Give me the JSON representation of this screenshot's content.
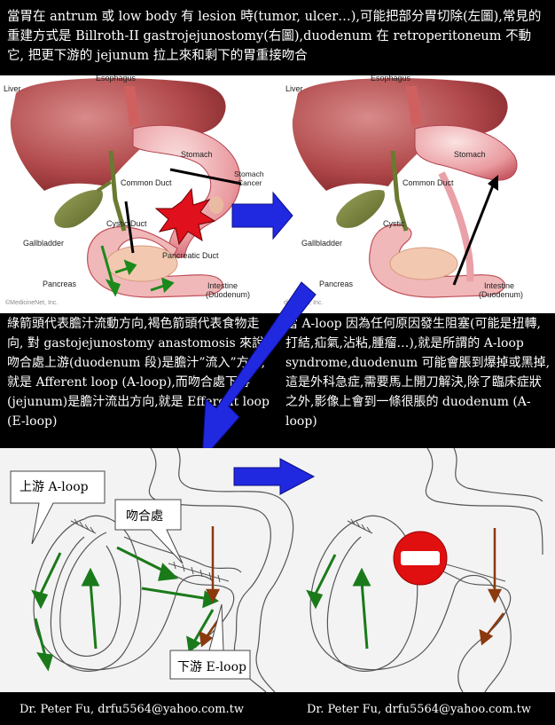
{
  "text": {
    "top": "當胃在 antrum 或 low body 有 lesion 時(tumor, ulcer…),可能把部分胃切除(左圖),常見的重建方式是 Billroth-II gastrojejunostomy(右圖),duodenum 在 retroperitoneum 不動它, 把更下游的 jejunum 拉上來和剩下的胃重接吻合",
    "mid_left": "綠箭頭代表膽汁流動方向,褐色箭頭代表食物走向, 對 gastojejunostomy anastomosis 來說,吻合處上游(duodenum 段)是膽汁”流入”方向,就是 Afferent loop (A-loop),而吻合處下游(jejunum)是膽汁流出方向,就是 Efferent loop (E-loop)",
    "mid_right": "當 A-loop 因為任何原因發生阻塞(可能是扭轉,打結,疝氣,沾粘,腫瘤…),就是所謂的 A-loop syndrome,duodenum 可能會脹到爆掉或黑掉,這是外科急症,需要馬上開刀解決,除了臨床症狀之外,影像上會到一條很脹的 duodenum (A-loop)"
  },
  "anatomy_left": {
    "labels": {
      "liver": "Liver",
      "esophagus": "Esophagus",
      "stomach": "Stomach",
      "stomach_cancer": "Stomach\nCancer",
      "common_duct": "Common Duct",
      "cystic_duct": "Cystic Duct",
      "gallbladder": "Gallbladder",
      "pancreatic_duct": "Pancreatic Duct",
      "pancreas": "Pancreas",
      "intestine": "Intestine\n(Duodenum)",
      "watermark": "©MedicineNet, Inc."
    }
  },
  "anatomy_right": {
    "labels": {
      "liver": "Liver",
      "esophagus": "Esophagus",
      "stomach": "Stomach",
      "common_duct": "Common Duct",
      "cystic": "Cystic",
      "gallbladder": "Gallbladder",
      "pancreas": "Pancreas",
      "intestine": "Intestine\n(Duodenum)",
      "watermark": "dicineNet, Inc."
    }
  },
  "schema": {
    "callout_a_loop": "上游 A-loop",
    "callout_anastomosis": "吻合處",
    "callout_e_loop": "下游 E-loop"
  },
  "footer": {
    "left": "Dr. Peter Fu, drfu5564@yahoo.com.tw",
    "right": "Dr. Peter Fu, drfu5564@yahoo.com.tw"
  },
  "colors": {
    "bile_arrow": "#1a7a1a",
    "food_arrow": "#8b3a0f",
    "transition_arrow": "#1e22e0",
    "obstruction": "#e01010"
  }
}
